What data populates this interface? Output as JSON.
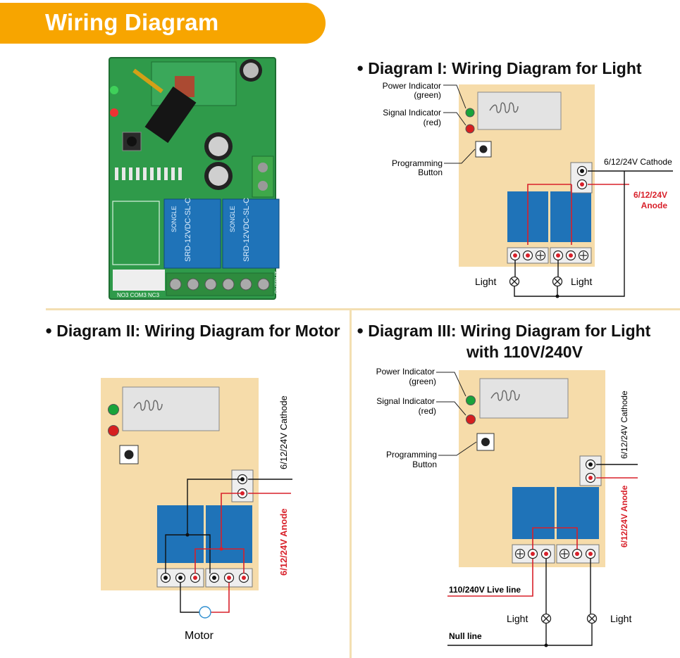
{
  "banner": {
    "title": "Wiring Diagram"
  },
  "headings": {
    "d1": "Diagram I: Wiring Diagram for Light",
    "d2": "Diagram II: Wiring Diagram for Motor",
    "d3_line1": "Diagram III: Wiring Diagram for Light",
    "d3_line2": "with 110V/240V"
  },
  "labels": {
    "power_indicator": "Power Indicator",
    "green": "(green)",
    "signal_indicator": "Signal Indicator",
    "red": "(red)",
    "programming": "Programming",
    "button": "Button",
    "cathode": "6/12/24V Cathode",
    "anode_v": "6/12/24V",
    "anode_word": "Anode",
    "anode_full": "6/12/24V Anode",
    "light": "Light",
    "motor": "Motor",
    "live_line": "110/240V Live line",
    "null_line": "Null line"
  },
  "pcb_photo": {
    "relay_text_1": "SRD-12VDC-SL-C",
    "relay_text_2": "SRD-12VDC-SL-C",
    "brand": "SONGLE",
    "terminal_text": "NO3 COM3 NC3",
    "output_text": "OUTPUT"
  },
  "colors": {
    "banner": "#f7a500",
    "board": "#f6dcaa",
    "relay": "#1f73b8",
    "wire_red": "#d8202a",
    "wire_black": "#111111",
    "led_green": "#1aa33a",
    "led_red": "#d61f1f",
    "pcb": "#2f9a4a"
  }
}
